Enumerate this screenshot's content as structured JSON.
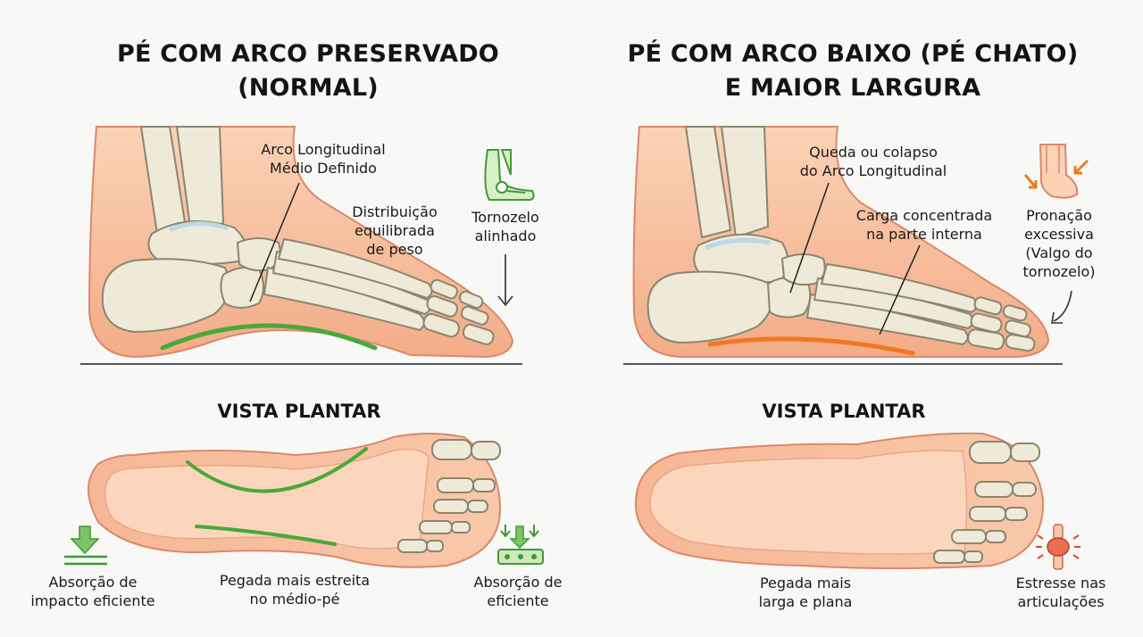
{
  "left": {
    "title_line1": "PÉ COM ARCO PRESERVADO",
    "title_line2": "(NORMAL)",
    "arch_label_line1": "Arco Longitudinal",
    "arch_label_line2": "Médio Definido",
    "weight_label_line1": "Distribuição",
    "weight_label_line2": "equilibrada",
    "weight_label_line3": "de peso",
    "ankle_label_line1": "Tornozelo",
    "ankle_label_line2": "alinhado",
    "plantar_title": "VISTA PLANTAR",
    "impact_label_line1": "Absorção de",
    "impact_label_line2": "impacto eficiente",
    "footprint_label_line1": "Pegada mais estreita",
    "footprint_label_line2": "no médio-pé",
    "absorb_label_line1": "Absorção de",
    "absorb_label_line2": "eficiente"
  },
  "right": {
    "title_line1": "PÉ COM ARCO BAIXO (PÉ CHATO)",
    "title_line2": "E MAIOR LARGURA",
    "arch_label_line1": "Queda ou colapso",
    "arch_label_line2": "do Arco Longitudinal",
    "load_label_line1": "Carga concentrada",
    "load_label_line2": "na parte interna",
    "pronation_line1": "Pronação",
    "pronation_line2": "excessiva",
    "pronation_line3": "(Valgo do",
    "pronation_line4": "tornozelo)",
    "plantar_title": "VISTA PLANTAR",
    "footprint_label_line1": "Pegada mais",
    "footprint_label_line2": "larga e plana",
    "stress_label_line1": "Estresse nas",
    "stress_label_line2": "articulações"
  },
  "colors": {
    "skin": "#f7bf9f",
    "skin_outline": "#d9896b",
    "bone": "#efead8",
    "bone_outline": "#8a8570",
    "cartilage": "#b9d8e8",
    "arch_good": "#4aa83a",
    "arch_bad": "#f07820",
    "joint_red": "#e04a30",
    "ground": "#555555"
  },
  "icons": {
    "ankle_aligned": "foot-ankle-green-icon",
    "pronation": "foot-pronation-orange-icon",
    "impact": "down-arrow-impact-icon",
    "absorption": "cushion-absorption-icon",
    "joint_stress": "joint-stress-icon"
  }
}
